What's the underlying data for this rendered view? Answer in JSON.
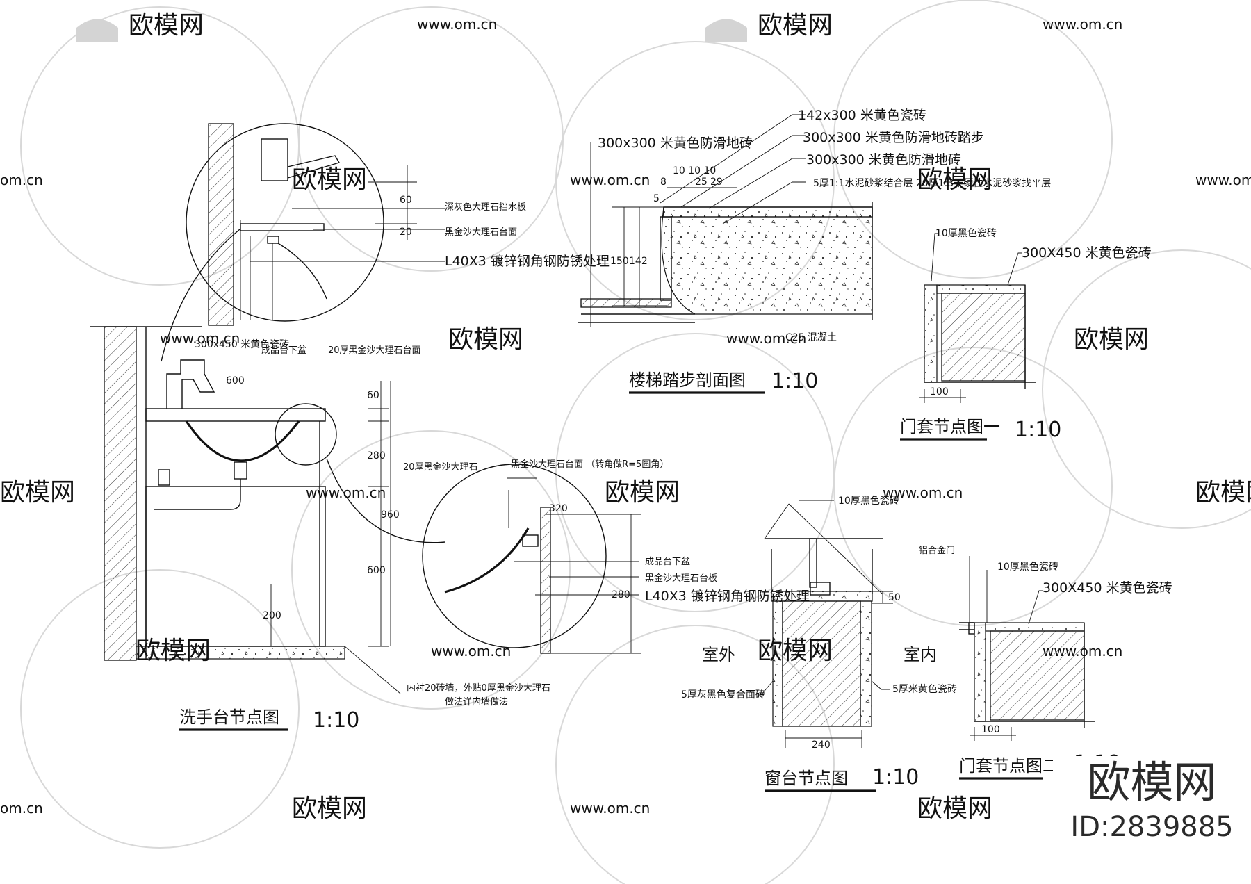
{
  "watermarks": {
    "brand": "欧模网",
    "url_full": "www.om.cn",
    "url_partial": "om.cn"
  },
  "basin_detail": {
    "title": "洗手台节点图",
    "scale": "1:10",
    "labels": {
      "wall_tile": "300x450 米黄色瓷砖",
      "faucet": "成品台下盆",
      "counter_top": "20厚黑金沙大理石台面",
      "dim_600_w": "600",
      "front_stone": "20厚黑金沙大理石",
      "dim_60": "60",
      "dim_280": "280",
      "dim_960": "960",
      "dim_600_h": "600",
      "dim_200": "200",
      "cabinet_note_1": "内衬20砖墙，外贴0厚黑金沙大理石",
      "cabinet_note_2": "做法详内墙做法"
    },
    "callout_top": {
      "backsplash": "深灰色大理石挡水板",
      "counter": "黑金沙大理石台面",
      "angle": "L40X3 镀锌钢角钢防锈处理",
      "dim_60": "60",
      "dim_20": "20"
    },
    "callout_side": {
      "top_note": "黑金沙大理石台面 （转角做R=5圆角）",
      "basin": "成品台下盆",
      "edge": "黑金沙大理石台板",
      "angle": "L40X3 镀锌钢角钢防锈处理",
      "dim_320": "320",
      "dim_280": "280"
    }
  },
  "step_section": {
    "title": "楼梯踏步剖面图",
    "scale": "1:10",
    "labels": {
      "tile_a": "300x300 米黄色防滑地砖",
      "tile_b": "142x300 米黄色瓷砖",
      "tile_c": "300x300 米黄色防滑地砖踏步",
      "tile_d": "300x300 米黄色防滑地砖",
      "mortar": "5厚1:1水泥砂浆结合层 20厚1:3干硬性水泥砂浆找平层",
      "dim_chain": "10 10 10",
      "dim_25": "25",
      "dim_29": "29",
      "dim_8": "8",
      "dim_5": "5",
      "dim_150": "150",
      "dim_142": "142",
      "slab": "C25 混凝土"
    }
  },
  "door_detail_1": {
    "title": "门套节点图一",
    "scale": "1:10",
    "labels": {
      "tile_dark": "10厚黑色瓷砖",
      "tile_light": "300X450 米黄色瓷砖",
      "dim_100": "100"
    }
  },
  "window_detail": {
    "title": "窗台节点图",
    "scale": "1:10",
    "labels": {
      "tile_dark": "10厚黑色瓷砖",
      "outdoor": "室外",
      "indoor": "室内",
      "left_tile": "5厚灰黑色复合面砖",
      "right_tile": "5厚米黄色瓷砖",
      "dim_50": "50",
      "dim_240": "240"
    }
  },
  "door_detail_2": {
    "title": "门套节点图二",
    "scale": "1:10",
    "labels": {
      "door": "铝合金门",
      "tile_dark": "10厚黑色瓷砖",
      "tile_light": "300X450 米黄色瓷砖",
      "dim_100": "100"
    }
  },
  "brand": {
    "name": "欧模网",
    "id": "ID:2839885"
  }
}
